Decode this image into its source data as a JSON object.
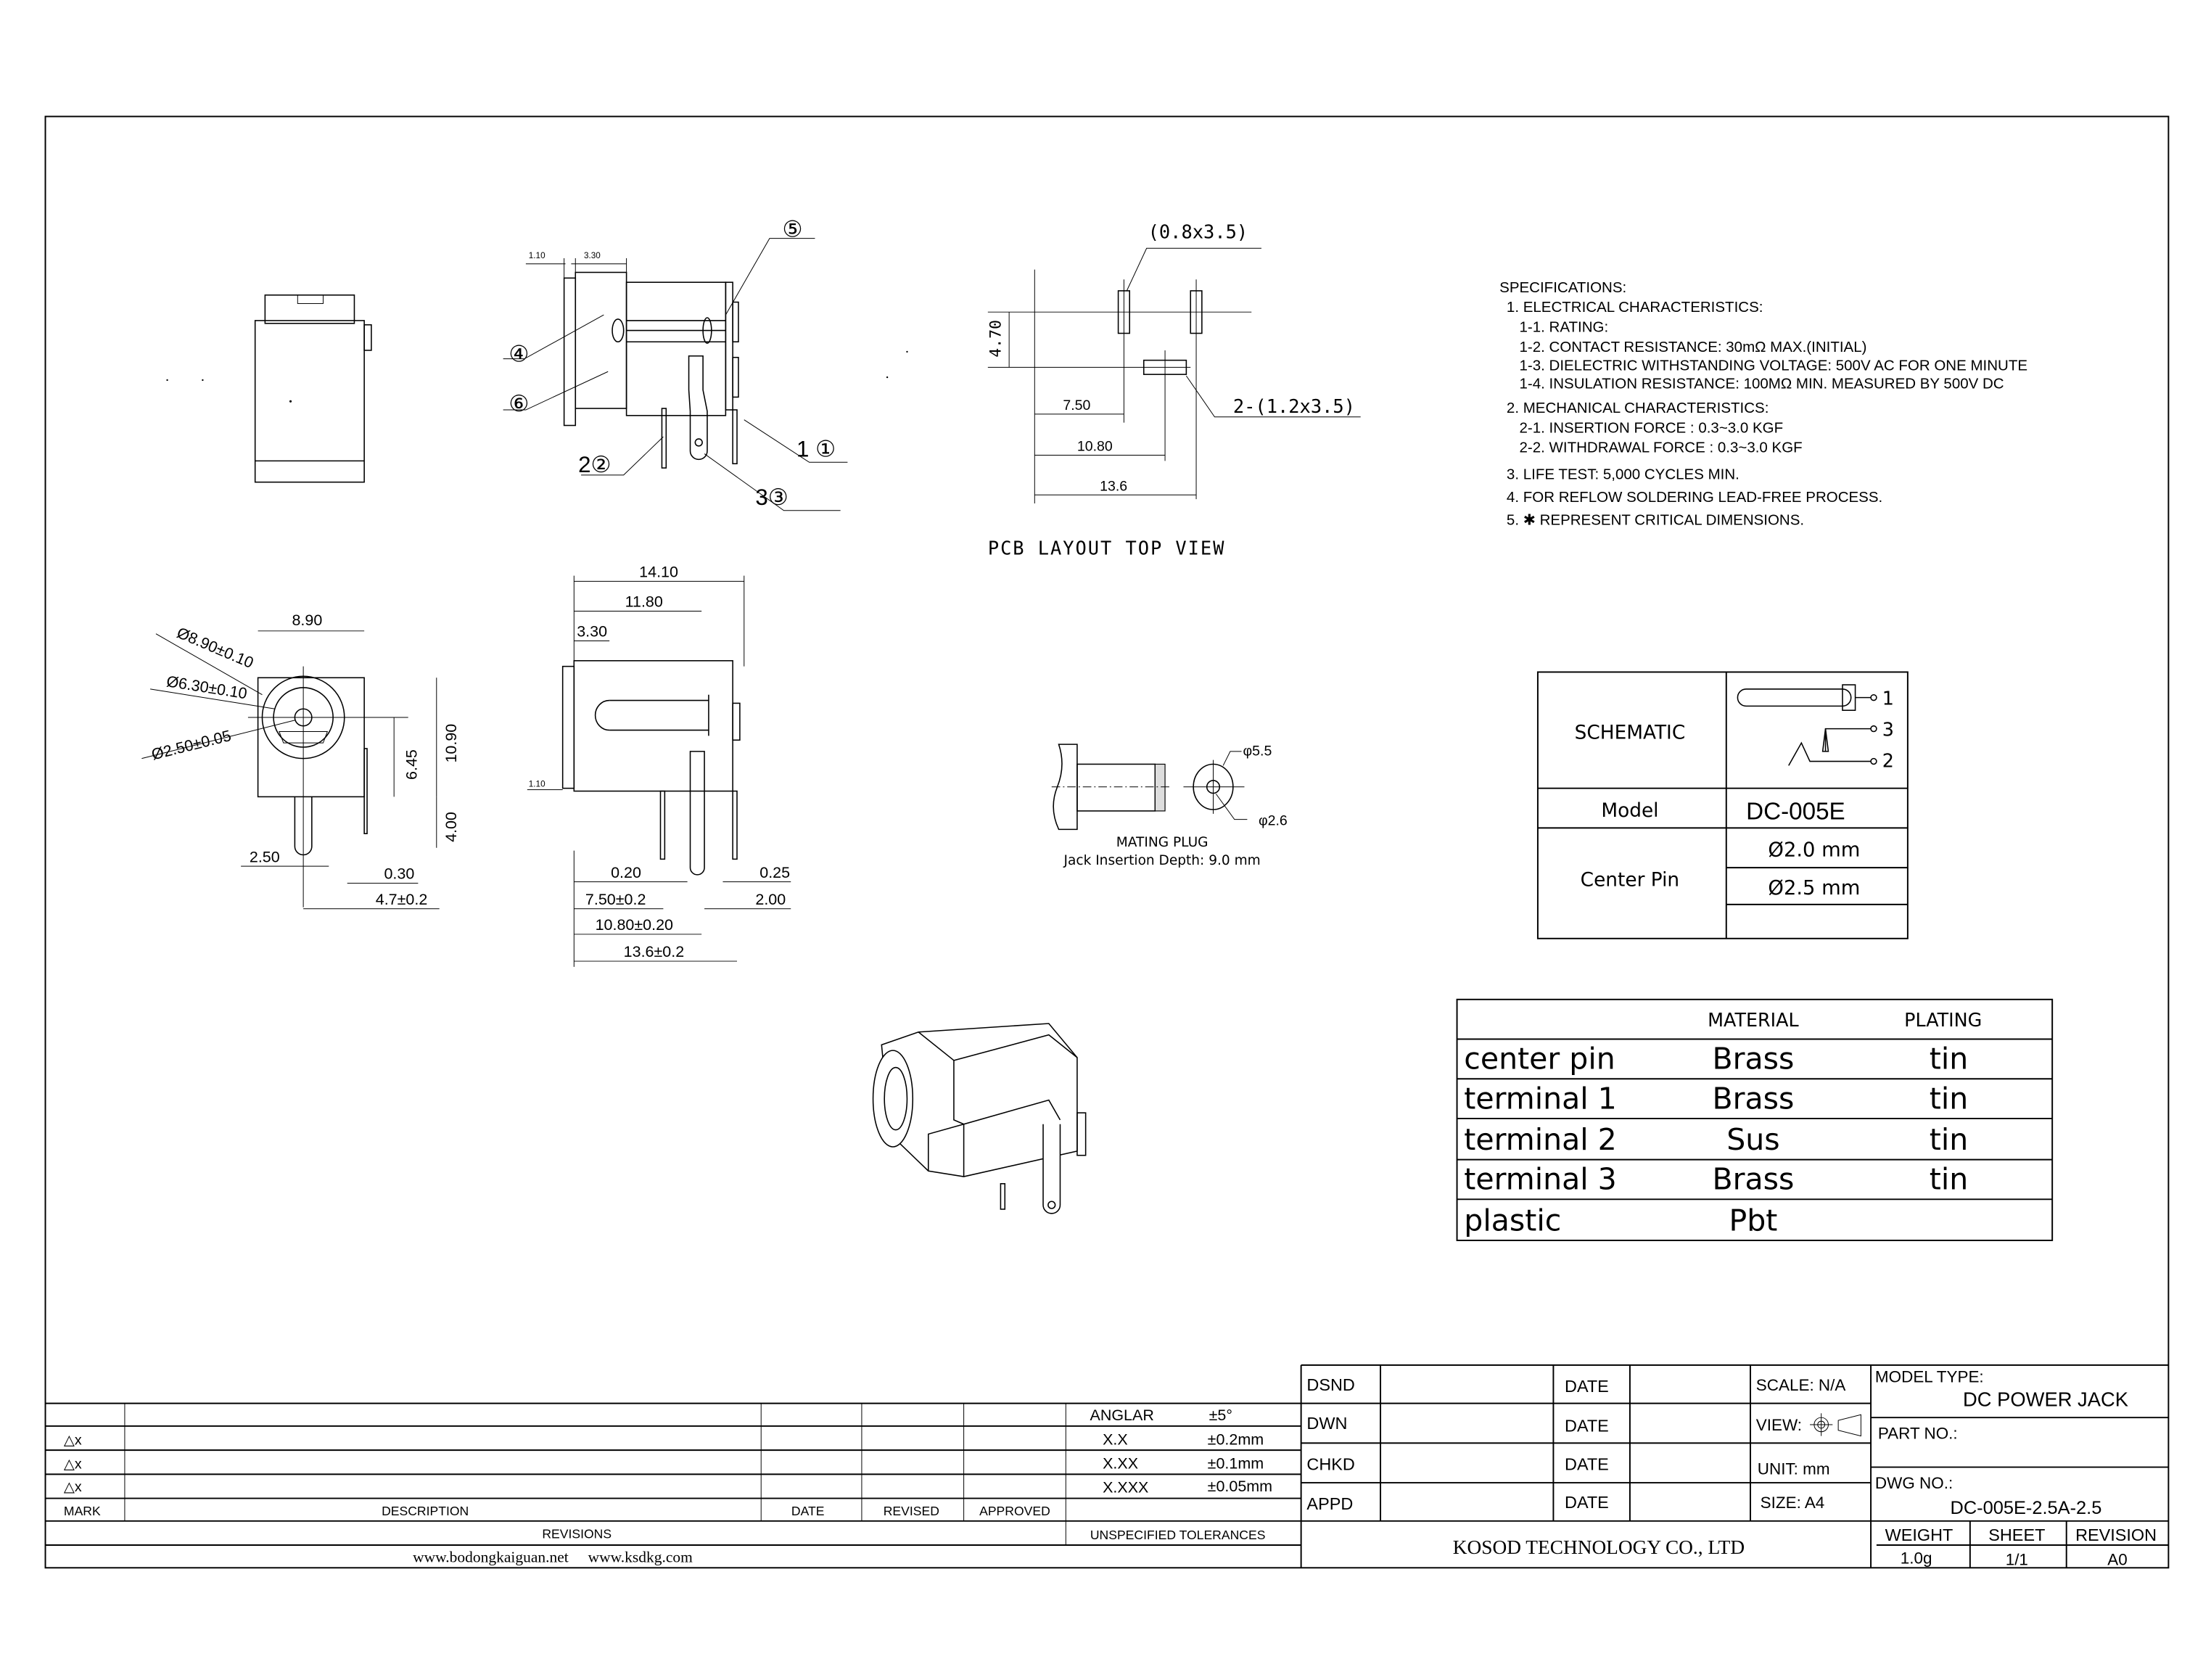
{
  "views": {
    "side_top": {
      "dim_a": "1.10",
      "dim_b": "3.30",
      "balloons": [
        "⑤",
        "④",
        "⑥",
        "1 ①",
        "2②",
        "3③"
      ]
    },
    "pcb_layout": {
      "pad_label_top": "(0.8x3.5)",
      "pad_label_bottom": "2-(1.2x3.5)",
      "dim_vertical": "4.70",
      "dims": [
        "7.50",
        "10.80",
        "13.6"
      ],
      "caption": "PCB LAYOUT TOP VIEW"
    },
    "front_bottom": {
      "width": "8.90",
      "dia_outer": "Ø8.90±0.10",
      "dia_mid": "Ø6.30±0.10",
      "dia_inner": "Ø2.50±0.05",
      "height": "10.90",
      "center_height": "6.45",
      "pin_length": "4.00",
      "pin_width": "2.50",
      "pin_thickness": "0.30",
      "pin_offset": "4.7±0.2"
    },
    "side_bottom": {
      "dims_top": [
        "14.10",
        "11.80",
        "3.30"
      ],
      "flange": "1.10",
      "dims_bottom": [
        "0.20",
        "7.50±0.2",
        "10.80±0.20",
        "13.6±0.2"
      ],
      "dims_right": [
        "0.25",
        "2.00"
      ]
    },
    "mating_plug": {
      "outer_dia": "φ5.5",
      "inner_dia": "φ2.6",
      "title": "MATING PLUG",
      "note": "Jack Insertion Depth: 9.0 mm"
    }
  },
  "specifications": {
    "title": "SPECIFICATIONS:",
    "lines": [
      "1. ELECTRICAL CHARACTERISTICS:",
      "  1-1. RATING:",
      "  1-2. CONTACT RESISTANCE: 30mΩ MAX.(INITIAL)",
      "  1-3. DIELECTRIC WITHSTANDING VOLTAGE: 500V AC FOR ONE MINUTE",
      "  1-4. INSULATION RESISTANCE: 100MΩ MIN. MEASURED BY 500V DC",
      "2. MECHANICAL CHARACTERISTICS:",
      "  2-1. INSERTION FORCE : 0.3~3.0 KGF",
      "  2-2. WITHDRAWAL FORCE : 0.3~3.0 KGF",
      "3. LIFE TEST: 5,000 CYCLES MIN.",
      "4. FOR REFLOW SOLDERING LEAD-FREE PROCESS.",
      "5. ✱ REPRESENT CRITICAL DIMENSIONS."
    ]
  },
  "schematic_table": {
    "schematic_label": "SCHEMATIC",
    "pins": [
      "1",
      "3",
      "2"
    ],
    "model_label": "Model",
    "model_value": "DC-005E",
    "center_pin_label": "Center Pin",
    "center_pin_values": [
      "Ø2.0 mm",
      "Ø2.5 mm",
      ""
    ]
  },
  "material_table": {
    "headers": [
      "",
      "MATERIAL",
      "PLATING"
    ],
    "rows": [
      [
        "center pin",
        "Brass",
        "tin"
      ],
      [
        "terminal 1",
        "Brass",
        "tin"
      ],
      [
        "terminal 2",
        "Sus",
        "tin"
      ],
      [
        "terminal 3",
        "Brass",
        "tin"
      ],
      [
        "plastic",
        "Pbt",
        ""
      ]
    ]
  },
  "revisions": {
    "marks": [
      "△x",
      "△x",
      "△x"
    ],
    "headers": [
      "MARK",
      "DESCRIPTION",
      "DATE",
      "REVISED",
      "APPROVED"
    ],
    "footer": "REVISIONS",
    "tolerances": [
      [
        "ANGLAR",
        "±5°"
      ],
      [
        "X.X",
        "±0.2mm"
      ],
      [
        "X.XX",
        "±0.1mm"
      ],
      [
        "X.XXX",
        "±0.05mm"
      ]
    ],
    "tolerances_label": "UNSPECIFIED TOLERANCES",
    "websites": "www.bodongkaiguan.net     www.ksdkg.com"
  },
  "title_block": {
    "roles": [
      "DSND",
      "DWN",
      "CHKD",
      "APPD"
    ],
    "date_label": "DATE",
    "scale": "SCALE: N/A",
    "view": "VIEW:",
    "unit": "UNIT: mm",
    "size": "SIZE: A4",
    "model_type_label": "MODEL TYPE:",
    "model_type": "DC POWER JACK",
    "part_no_label": "PART NO.:",
    "dwg_no_label": "DWG NO.:",
    "dwg_no": "DC-005E-2.5A-2.5",
    "company": "KOSOD TECHNOLOGY CO., LTD",
    "weight_label": "WEIGHT",
    "weight": "1.0g",
    "sheet_label": "SHEET",
    "sheet": "1/1",
    "revision_label": "REVISION",
    "revision": "A0"
  }
}
